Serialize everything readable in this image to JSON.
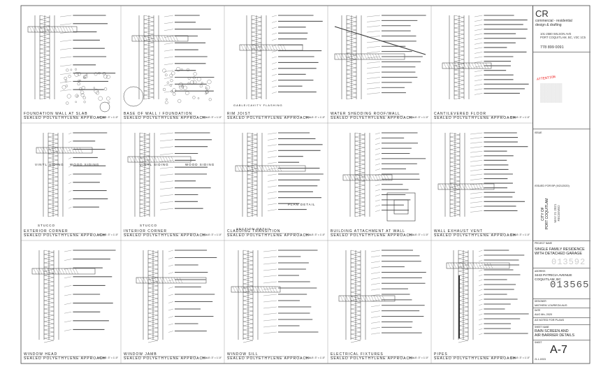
{
  "panels": [
    {
      "title": "FOUNDATION WALL AT SLAB",
      "subtitle": "SEALED POLYETHYLENE APPROACH",
      "scale": "SCALE: 3\" = 1'-0\""
    },
    {
      "title": "BASE OF WALL / FOUNDATION",
      "subtitle": "SEALED POLYETHYLENE APPROACH",
      "scale": "SCALE: 3\" = 1'-0\""
    },
    {
      "title": "RIM JOIST",
      "subtitle": "SEALED POLYETHYLENE APPROACH",
      "scale": "SCALE: 3\" = 1'-0\""
    },
    {
      "title": "WATER SHEDDING ROOF/WALL",
      "subtitle": "SEALED POLYETHYLENE APPROACH",
      "scale": "SCALE: 3\" = 1'-0\""
    },
    {
      "title": "CANTILEVERED FLOOR",
      "subtitle": "SEALED POLYETHYLENE APPROACH",
      "scale": "SCALE: 3\" = 1'-0\""
    },
    {
      "title": "EXTERIOR CORNER",
      "subtitle": "SEALED POLYETHYLENE APPROACH",
      "scale": "SCALE: 3\" = 1'-0\""
    },
    {
      "title": "INTERIOR CORNER",
      "subtitle": "SEALED POLYETHYLENE APPROACH",
      "scale": "SCALE: 3\" = 1'-0\""
    },
    {
      "title": "CLADDING TRANSITION",
      "subtitle": "SEALED POLYETHYLENE APPROACH",
      "scale": "SCALE: 3\" = 1'-0\""
    },
    {
      "title": "BUILDING ATTACHMENT AT WALL",
      "subtitle": "SEALED POLYETHYLENE APPROACH",
      "scale": "SCALE: 3\" = 1'-0\""
    },
    {
      "title": "WALL EXHAUST VENT",
      "subtitle": "SEALED POLYETHYLENE APPROACH",
      "scale": "SCALE: 3\" = 1'-0\""
    },
    {
      "title": "WINDOW HEAD",
      "subtitle": "SEALED POLYETHYLENE APPROACH",
      "scale": "SCALE: 3\" = 1'-0\""
    },
    {
      "title": "WINDOW JAMB",
      "subtitle": "SEALED POLYETHYLENE APPROACH",
      "scale": "SCALE: 3\" = 1'-0\""
    },
    {
      "title": "WINDOW SILL",
      "subtitle": "SEALED POLYETHYLENE APPROACH",
      "scale": "SCALE: 3\" = 1'-0\""
    },
    {
      "title": "ELECTRICAL FIXTURES",
      "subtitle": "SEALED POLYETHYLENE APPROACH",
      "scale": "SCALE: 3\" = 1'-0\""
    },
    {
      "title": "PIPES",
      "subtitle": "SEALED POLYETHYLENE APPROACH",
      "scale": "SCALE: 3\" = 1'-0\""
    }
  ],
  "detail_labels": {
    "gable_siding": "GABLE/CAVITY FLASHING",
    "vinyl_siding": "VINYL SIDING",
    "wood_siding": "WOOD SIDING",
    "stucco": "STUCCO",
    "vinyl_siding_2": "VINYL SIDING",
    "wood_siding_2": "WOOD SIDING",
    "stucco_2": "STUCCO",
    "section_detail": "SECTION DETAIL",
    "plan_detail": "PLAN DETAIL"
  },
  "title_block": {
    "logo": "CR",
    "firm_line1": "commercial - residential",
    "firm_line2": "design & drafting",
    "address_line1": "101-2580 WILSON AVE",
    "address_line2": "PORT COQUITLAM, BC, V3C 1C5",
    "phone": "778 899 0091",
    "attention": "ATTENTION",
    "city_stamp_line1": "CITY OF",
    "city_stamp_line2": "PORT COQUITLAM",
    "city_stamp_line3": "MAY 21 2021",
    "city_stamp_line4": "RECEIVED",
    "issued": "ISSUED FOR BP (9/21/2020)",
    "project_label": "PROJECT NAME",
    "project_line1": "SINGLE FAMILY RESIDENCE",
    "project_line2": "WITH DETACHED GARAGE",
    "site_label": "ADDRESS",
    "site_line1": "3443 PATRICIA AVENUE",
    "site_line2": "COQUITLAM, BC",
    "permit_number_ghost": "013592",
    "permit_number": "013565",
    "designer_label": "DESIGNER",
    "designer": "MATHIEW LOURIEZA AUG",
    "date_label": "DATE",
    "date": "AUG 6th, 2020",
    "sheet_label": "SHEET NAME",
    "status": "AS NOTED FOR PLANS",
    "sheet_name_line1": "RAIN SCREEN AND",
    "sheet_name_line2": "AIR BARRIER DETAILS",
    "sheet_no_label": "SHEET",
    "sheet_no": "A-7",
    "sheet_code": "21-1-10021"
  }
}
